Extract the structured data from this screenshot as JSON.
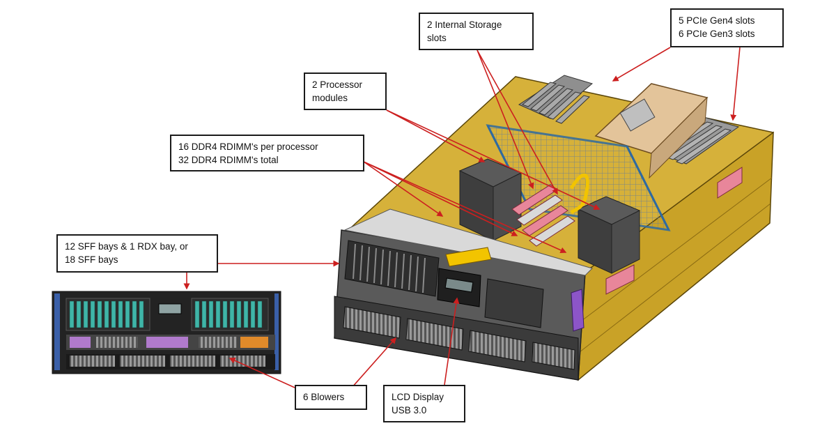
{
  "diagram": {
    "callouts": [
      {
        "id": "internal-storage",
        "lines": [
          "2 Internal Storage",
          "slots"
        ]
      },
      {
        "id": "pcie",
        "lines": [
          "5 PCIe Gen4 slots",
          "6 PCIe Gen3 slots"
        ]
      },
      {
        "id": "processor-modules",
        "lines": [
          "2 Processor",
          "modules"
        ]
      },
      {
        "id": "rdimm",
        "lines": [
          "16 DDR4 RDIMM's per processor",
          "32 DDR4 RDIMM's total"
        ]
      },
      {
        "id": "sff-bays",
        "lines": [
          "12 SFF bays & 1 RDX bay, or",
          "18 SFF bays"
        ]
      },
      {
        "id": "blowers",
        "lines": [
          "6 Blowers"
        ]
      },
      {
        "id": "lcd-usb",
        "lines": [
          "LCD Display",
          "USB 3.0"
        ]
      }
    ]
  },
  "colors": {
    "chassis": "#c9a227",
    "chassis_dark": "#8a6a12",
    "arrow": "#cc1f1f",
    "cage": "#2f6aa0",
    "drive_bay": "#3b3b3b",
    "drive_accent": "#3fb5a8",
    "connector_pink": "#e8869a",
    "cable_yellow": "#f2c400"
  }
}
